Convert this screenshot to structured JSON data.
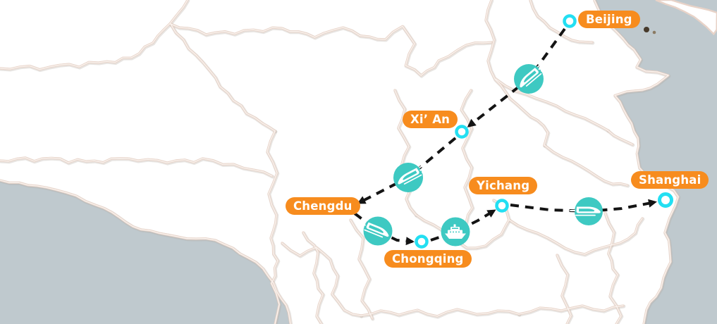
{
  "map_type": "china-travel-route-map",
  "cities": [
    {
      "name": "Beijing"
    },
    {
      "name": "Xi’ An"
    },
    {
      "name": "Chengdu"
    },
    {
      "name": "Chongqing"
    },
    {
      "name": "Yichang"
    },
    {
      "name": "Shanghai"
    }
  ],
  "route_legs": [
    {
      "from": "Beijing",
      "to": "Xi’ An",
      "mode": "train",
      "icon": "train-icon"
    },
    {
      "from": "Xi’ An",
      "to": "Chengdu",
      "mode": "train",
      "icon": "train-icon"
    },
    {
      "from": "Chengdu",
      "to": "Chongqing",
      "mode": "train",
      "icon": "train-icon"
    },
    {
      "from": "Chongqing",
      "to": "Yichang",
      "mode": "cruise-ship",
      "icon": "ship-icon"
    },
    {
      "from": "Yichang",
      "to": "Shanghai",
      "mode": "train",
      "icon": "train-icon"
    }
  ],
  "colors": {
    "label_bg": "#F78C1E",
    "label_text": "#FFFFFF",
    "icon_bg": "#3EC9C2",
    "marker_ring": "#23DFF2",
    "marker_fill": "#FFFFFF",
    "route": "#141414",
    "sea": "#BFC9CE",
    "land": "#FFFFFF",
    "border": "#E8D3C8",
    "border_core": "#FAF6F2",
    "border_shadow": "#B4AAA2",
    "island": "#473A2B"
  }
}
